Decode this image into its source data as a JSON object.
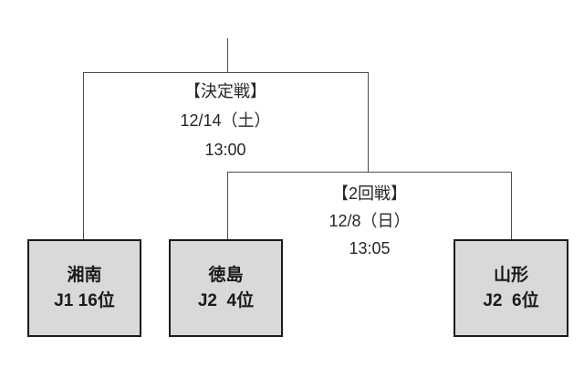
{
  "bracket": {
    "final": {
      "label": "【決定戦】",
      "date": "12/14（土）",
      "time": "13:00"
    },
    "round2": {
      "label": "【2回戦】",
      "date": "12/8（日）",
      "time": "13:05"
    },
    "teams": [
      {
        "name": "湘南",
        "rank": "J1 16位"
      },
      {
        "name": "徳島",
        "rank": "J2  4位"
      },
      {
        "name": "山形",
        "rank": "J2  6位"
      }
    ]
  },
  "colors": {
    "background": "#ffffff",
    "box_fill": "#d9d9d9",
    "box_border": "#1a1a1a",
    "connector_line": "#4d4d4d",
    "text": "#262626"
  }
}
